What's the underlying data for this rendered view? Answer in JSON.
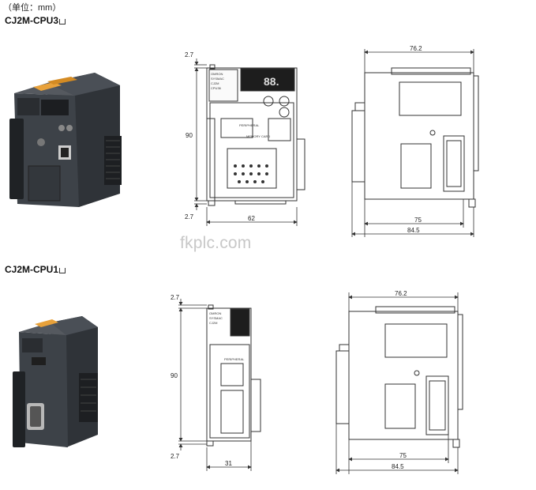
{
  "header": {
    "unit_note": "（单位：mm）"
  },
  "watermark": "fkplc.com",
  "models": [
    {
      "name": "CJ2M-CPU3",
      "front_view": {
        "top_offset": "2.7",
        "height": "90",
        "bottom_offset": "2.7",
        "width": "62"
      },
      "side_view": {
        "overall_top": "76.2",
        "body_depth": "75",
        "overall_depth": "84.5"
      }
    },
    {
      "name": "CJ2M-CPU1",
      "front_view": {
        "top_offset": "2.7",
        "height": "90",
        "bottom_offset": "2.7",
        "width": "31"
      },
      "side_view": {
        "overall_top": "76.2",
        "body_depth": "75",
        "overall_depth": "84.5"
      }
    }
  ],
  "panel_text": {
    "display": "88.",
    "brand": "OMRON",
    "series": "SYSMAC",
    "model": "CJ2M",
    "cpu": "CPU36",
    "port": "PERIPHERAL",
    "card": "MEMORY CARD"
  },
  "colors": {
    "module_body": "#3b3f45",
    "module_dark": "#24272b",
    "terminal_orange": "#e8a13a",
    "line": "#333333"
  }
}
